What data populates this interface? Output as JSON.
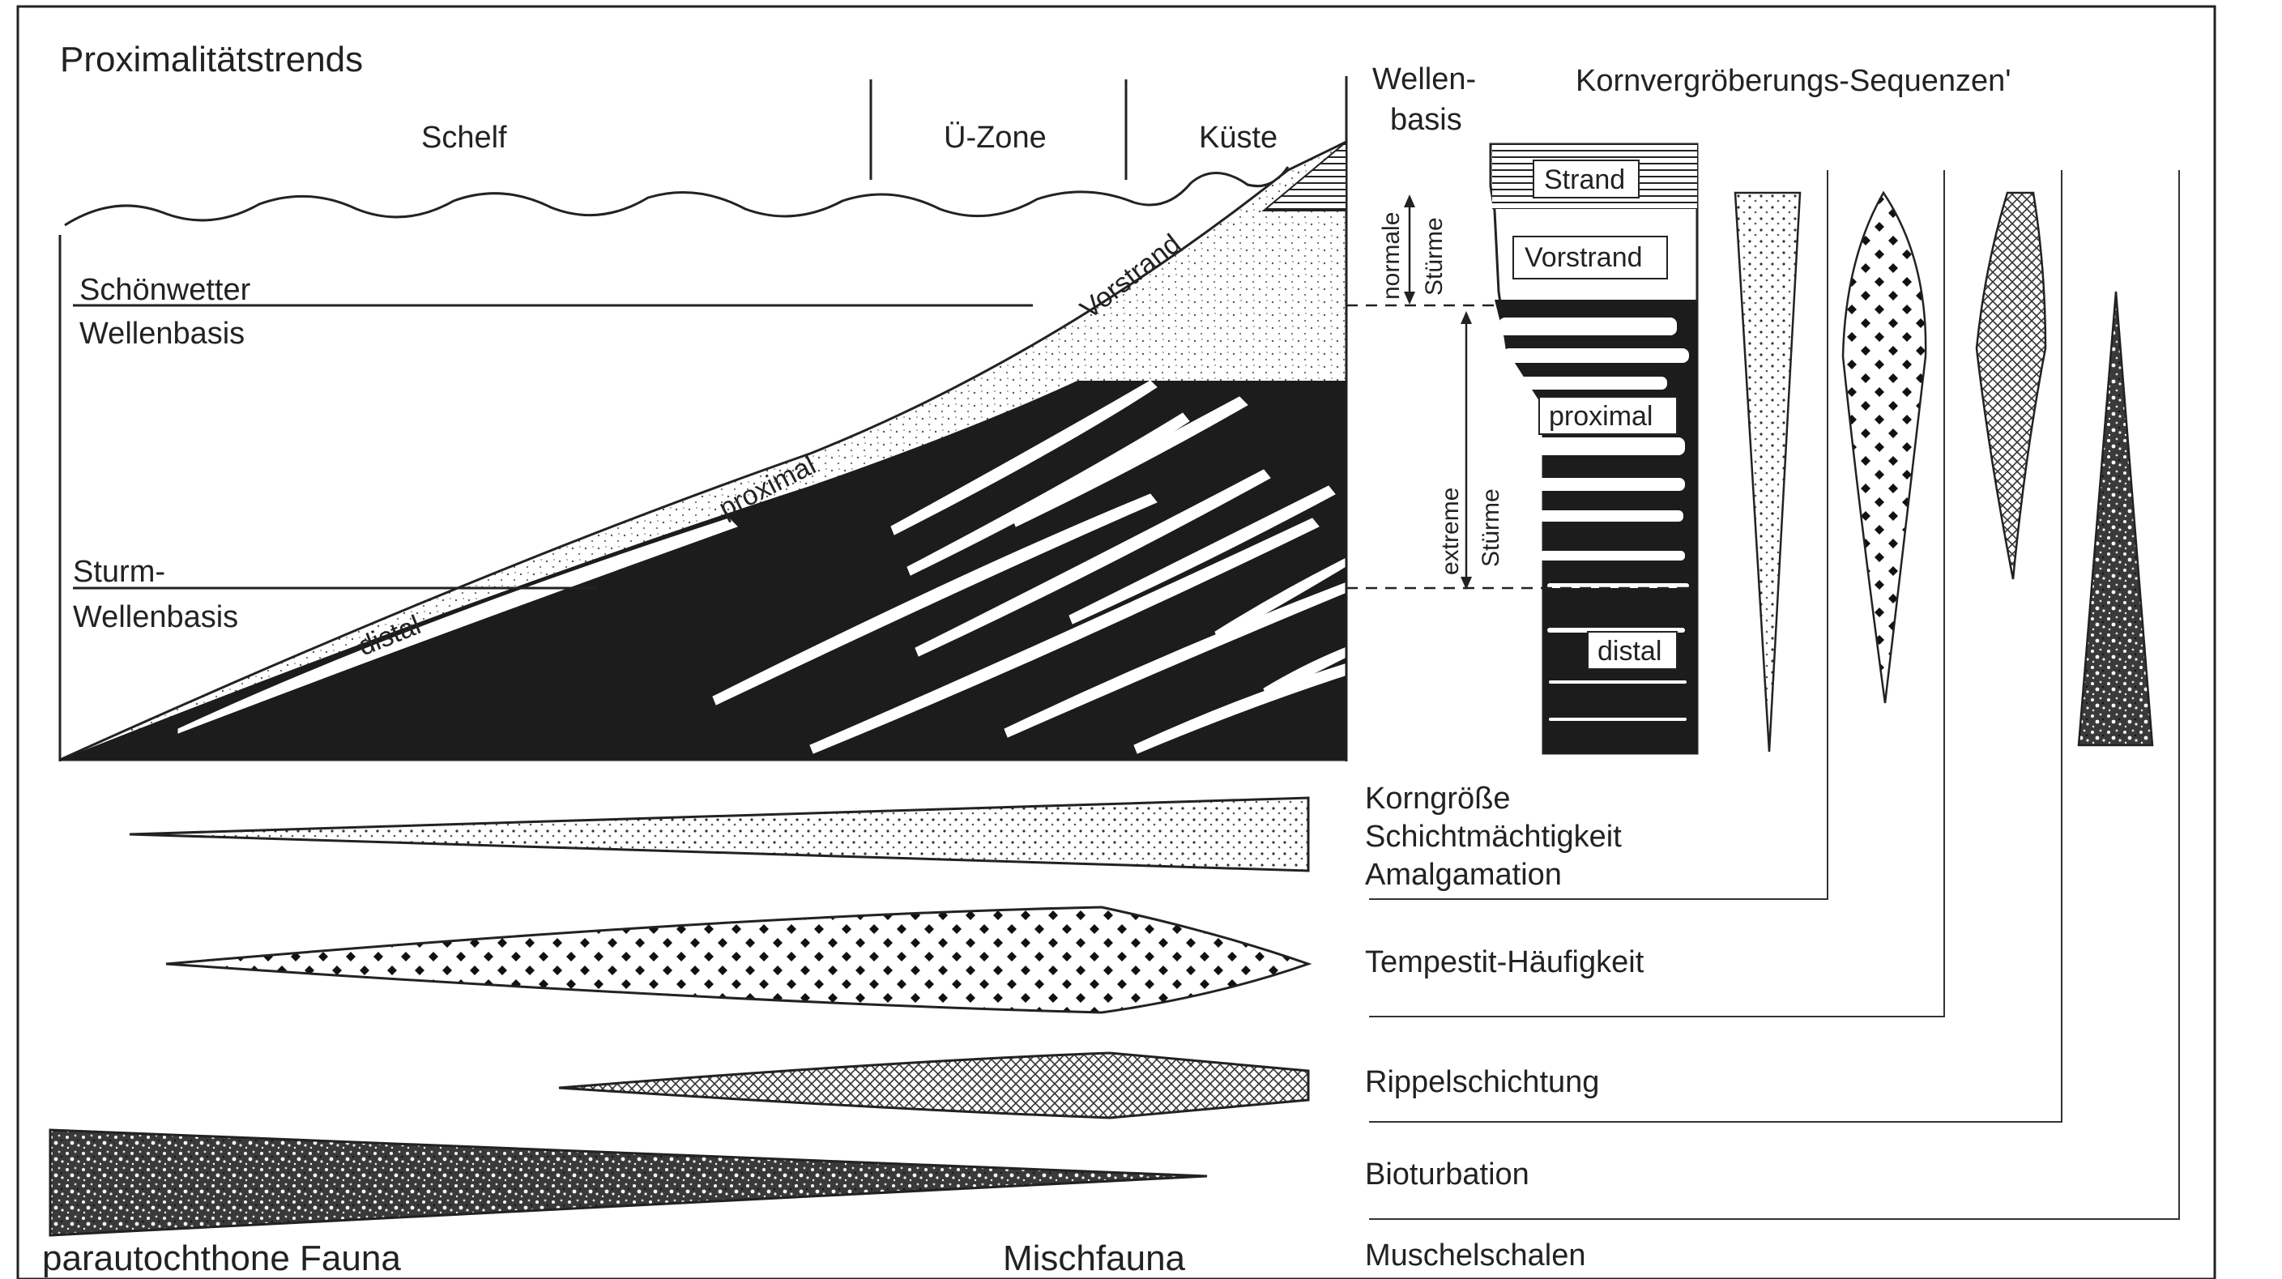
{
  "title": "Proximalitätstrends",
  "zones": {
    "shelf": "Schelf",
    "transition": "Ü-Zone",
    "coast": "Küste"
  },
  "levels": {
    "fair_weather_1": "Schönwetter",
    "fair_weather_2": "Wellenbasis",
    "storm_1": "Sturm-",
    "storm_2": "Wellenbasis",
    "wave_base_1": "Wellen-",
    "wave_base_2": "basis"
  },
  "profile_labels": {
    "shoreface": "Vorstrand",
    "proximal": "proximal",
    "distal": "distal"
  },
  "column": {
    "beach": "Strand",
    "shoreface": "Vorstrand",
    "proximal": "proximal",
    "distal": "distal",
    "normal_storms_1": "normale",
    "normal_storms_2": "Stürme",
    "extreme_storms_1": "extreme",
    "extreme_storms_2": "Stürme"
  },
  "sequences_title": "Kornvergröberungs-Sequenzen'",
  "trends": [
    {
      "label_lines": [
        "Korngröße",
        "Schichtmächtigkeit",
        "Amalgamation"
      ],
      "pattern": "dots"
    },
    {
      "label_lines": [
        "Tempestit-Häufigkeit"
      ],
      "pattern": "diamonds"
    },
    {
      "label_lines": [
        "Rippelschichtung"
      ],
      "pattern": "crosshatch"
    },
    {
      "label_lines": [
        "Bioturbation"
      ],
      "pattern": "speckle"
    },
    {
      "label_lines": [
        "Muschelschalen"
      ],
      "pattern": "none"
    }
  ],
  "fauna": {
    "left": "parautochthone Fauna",
    "right": "Mischfauna"
  },
  "colors": {
    "ink": "#222222",
    "mud": "#1c1c1c",
    "paper": "#ffffff"
  }
}
